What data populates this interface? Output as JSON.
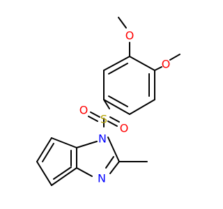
{
  "atoms": {
    "o_methoxy_top": "O",
    "o_methoxy_right": "O",
    "sulfur": "S",
    "o_sulfonyl_left": "O",
    "o_sulfonyl_right": "O",
    "n_ring_1": "N",
    "n_ring_3": "N"
  },
  "colors": {
    "bond": "#000000",
    "oxygen": "#ff0000",
    "sulfur": "#b2a100",
    "nitrogen": "#0000ff"
  }
}
